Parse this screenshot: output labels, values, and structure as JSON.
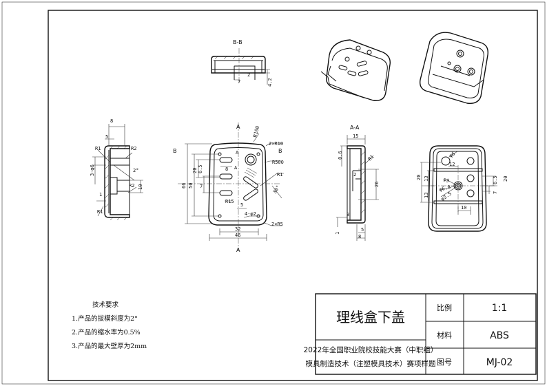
{
  "title_block": {
    "part_name": "理线盒下盖",
    "subtitle_lines": [
      "2022年全国职业院校技能大赛（中职组）",
      "模具制造技术（注塑模具技术）赛项样题"
    ],
    "scale_label": "比例",
    "scale": "1:1",
    "material_label": "材料",
    "material": "ABS",
    "drawing_no_label": "图号",
    "drawing_no": "MJ-02"
  },
  "tech_requirements": {
    "heading": "技术要求",
    "items": [
      "1.产品的拔模斜度为2°",
      "2.产品的缩水率为0.5%",
      "3.产品的最大壁厚为2mm"
    ]
  },
  "section_bb": {
    "label": "B-B",
    "dims": [
      "7",
      "2",
      "4.2"
    ]
  },
  "section_aa": {
    "label": "A-A",
    "dims": [
      "15",
      "0.6",
      "R1",
      "2",
      "26",
      "3",
      "1",
      "5",
      "8"
    ]
  },
  "front_view": {
    "markers": [
      "A",
      "A",
      "B",
      "B",
      "A",
      "A"
    ],
    "dims": [
      "R100",
      "2×R10",
      "R500",
      "R1",
      "30°",
      "R15",
      "5",
      "4-φ2",
      "2×R5",
      "32",
      "46",
      "66",
      "50",
      "20",
      "6.5",
      "8",
      "7"
    ]
  },
  "side_view": {
    "dims": [
      "8",
      "5",
      "R1",
      "R2",
      "2°",
      "3-φ6",
      "R2",
      "10",
      "1",
      "R1"
    ]
  },
  "rear_view": {
    "dims": [
      "φ6",
      "12",
      "20",
      "13",
      "13",
      "φ9",
      "φ6.8",
      "φ3.5",
      "6.5",
      "20",
      "7",
      "10"
    ]
  }
}
